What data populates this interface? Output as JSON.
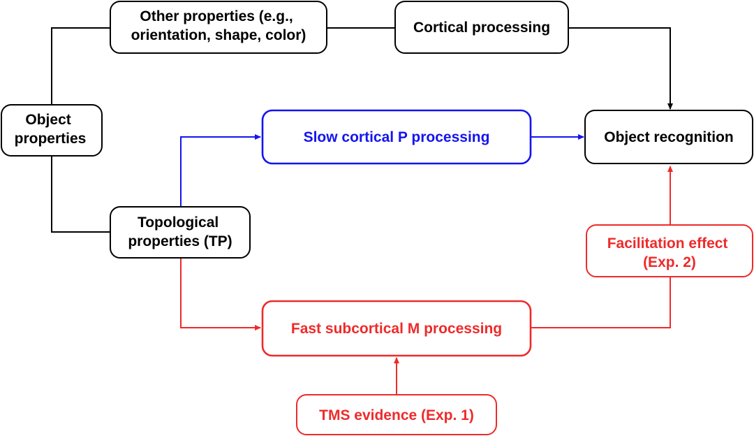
{
  "colors": {
    "black": "#000000",
    "blue": "#1414f0",
    "red": "#ee2a2a"
  },
  "nodes": {
    "object_properties": {
      "lines": [
        "Object",
        "properties"
      ],
      "color": "#000000"
    },
    "other_properties": {
      "lines": [
        "Other properties (e.g.,",
        "orientation, shape, color)"
      ],
      "color": "#000000"
    },
    "cortical_processing": {
      "lines": [
        "Cortical processing"
      ],
      "color": "#000000"
    },
    "topological_properties": {
      "lines": [
        "Topological",
        "properties (TP)"
      ],
      "color": "#000000"
    },
    "slow_p_processing": {
      "lines": [
        "Slow cortical P processing"
      ],
      "color": "#1414f0"
    },
    "object_recognition": {
      "lines": [
        "Object recognition"
      ],
      "color": "#000000"
    },
    "facilitation_effect": {
      "lines": [
        "Facilitation effect",
        "(Exp. 2)"
      ],
      "color": "#ee2a2a"
    },
    "fast_m_processing": {
      "lines": [
        "Fast subcortical M processing"
      ],
      "color": "#ee2a2a"
    },
    "tms_evidence": {
      "lines": [
        "TMS evidence (Exp. 1)"
      ],
      "color": "#ee2a2a"
    }
  }
}
